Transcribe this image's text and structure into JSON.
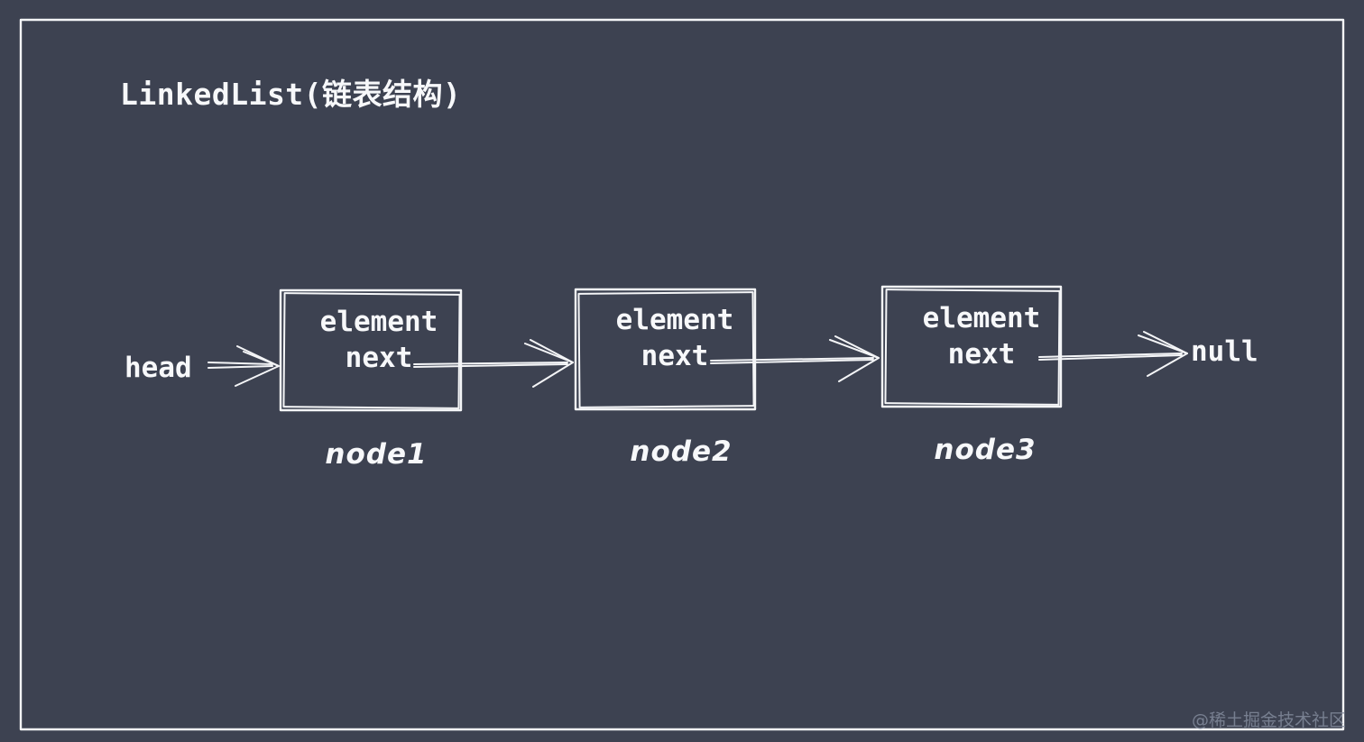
{
  "title": "LinkedList(链表结构)",
  "colors": {
    "background": "#3d4251",
    "stroke": "#f4f5f7",
    "text": "#f7f8fa",
    "watermark": "#828a9b"
  },
  "diagram": {
    "head_label": "head",
    "null_label": "null",
    "nodes": [
      {
        "fields": [
          "element",
          "next"
        ],
        "caption": "node1"
      },
      {
        "fields": [
          "element",
          "next"
        ],
        "caption": "node2"
      },
      {
        "fields": [
          "element",
          "next"
        ],
        "caption": "node3"
      }
    ]
  },
  "watermark": "@稀土掘金技术社区"
}
